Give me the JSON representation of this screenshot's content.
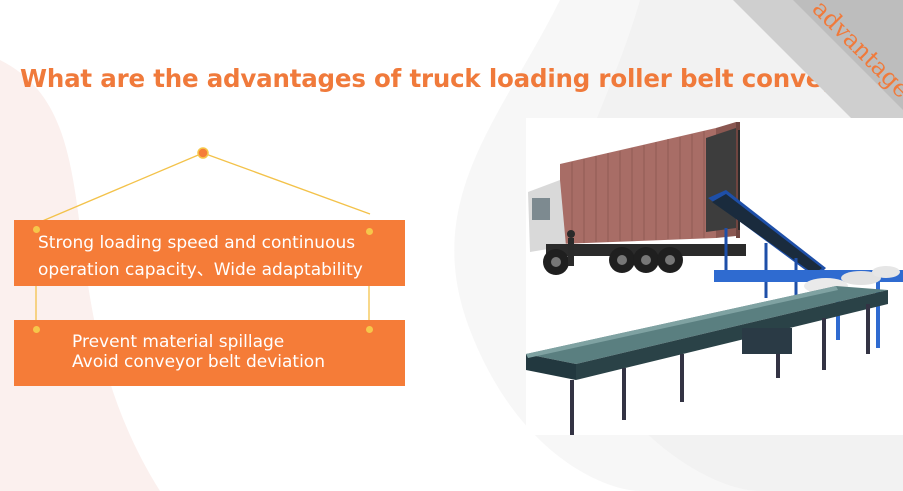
{
  "title": "What are the advantages of truck loading roller belt conveyor?",
  "corner_label": "advantage",
  "points": [
    {
      "lines": [
        "Strong loading speed and continuous",
        "operation capacity、Wide adaptability"
      ]
    },
    {
      "lines": [
        "Prevent material spillage",
        "Avoid conveyor belt deviation"
      ]
    }
  ],
  "colors": {
    "accent": "#f57c38",
    "title": "#f07a3b",
    "corner": "#c8c8c8",
    "rope": "#f3c24a"
  },
  "image": "truck-with-container-loaded-by-belt-conveyor"
}
